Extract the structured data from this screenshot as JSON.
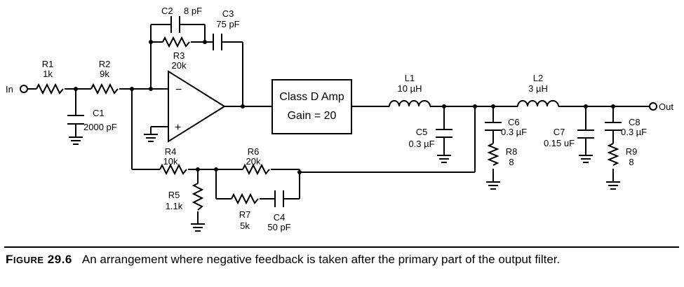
{
  "diagram": {
    "terminals": {
      "in": "In",
      "out": "Out"
    },
    "components": {
      "r1": {
        "name": "R1",
        "value": "1k"
      },
      "r2": {
        "name": "R2",
        "value": "9k"
      },
      "c1": {
        "name": "C1",
        "value": "2000 pF"
      },
      "c2": {
        "name": "C2",
        "value": "8 pF"
      },
      "c3": {
        "name": "C3",
        "value": "75 pF"
      },
      "r3": {
        "name": "R3",
        "value": "20k"
      },
      "r4": {
        "name": "R4",
        "value": "10k"
      },
      "r5": {
        "name": "R5",
        "value": "1.1k"
      },
      "r6": {
        "name": "R6",
        "value": "20k"
      },
      "r7": {
        "name": "R7",
        "value": "5k"
      },
      "c4": {
        "name": "C4",
        "value": "50 pF"
      },
      "l1": {
        "name": "L1",
        "value": "10 µH"
      },
      "c5": {
        "name": "C5",
        "value": "0.3 µF"
      },
      "c6": {
        "name": "C6",
        "value": "0.3 µF"
      },
      "r8": {
        "name": "R8",
        "value": "8"
      },
      "l2": {
        "name": "L2",
        "value": "3 µH"
      },
      "c7": {
        "name": "C7",
        "value": "0.15 uF"
      },
      "c8": {
        "name": "C8",
        "value": "0.3 µF"
      },
      "r9": {
        "name": "R9",
        "value": "8"
      }
    },
    "opamp": {
      "minus": "−",
      "plus": "+"
    },
    "amp_block": {
      "line1": "Class D Amp",
      "line2": "Gain = 20"
    }
  },
  "caption": {
    "label_prefix": "F",
    "label_rest": "IGURE",
    "label_number": "29.6",
    "text": "An arrangement where negative feedback is taken after the primary part of the output filter."
  }
}
